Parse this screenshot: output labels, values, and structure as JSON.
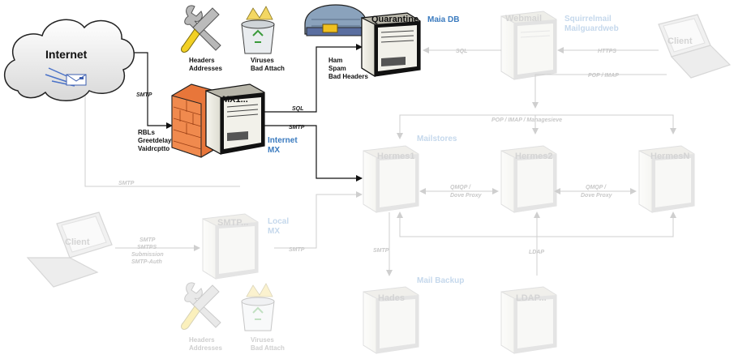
{
  "internet": {
    "label": "Internet"
  },
  "tools_top": {
    "line1": "Headers",
    "line2": "Addresses"
  },
  "viruses_top": {
    "line1": "Viruses",
    "line2": "Bad Attach"
  },
  "quarantine": {
    "label": "Quarantine",
    "db": "Maia DB"
  },
  "ham": {
    "line1": "Ham",
    "line2": "Spam",
    "line3": "Bad Headers"
  },
  "webmail": {
    "label": "Webmail",
    "apps1": "Squirrelmail",
    "apps2": "Mailguardweb"
  },
  "client_top": {
    "label": "Client"
  },
  "mx1": {
    "label": "MX1...",
    "role1": "Internet",
    "role2": "MX"
  },
  "checks": {
    "line1": "RBLs",
    "line2": "Greetdelay",
    "line3": "Vaidrcptto"
  },
  "mailstores": {
    "label": "Mailstores"
  },
  "hermes1": {
    "label": "Hermes1"
  },
  "hermes2": {
    "label": "Hermes2"
  },
  "hermesn": {
    "label": "HermesN"
  },
  "smtp_local": {
    "label": "SMTP...",
    "role1": "Local",
    "role2": "MX"
  },
  "client_left": {
    "label": "Client"
  },
  "client_protocols": {
    "line1": "SMTP",
    "line2": "SMTPS",
    "line3": "Submission",
    "line4": "SMTP-Auth"
  },
  "mail_backup": {
    "label": "Mail Backup"
  },
  "hades": {
    "label": "Hades"
  },
  "ldap": {
    "label": "LDAP..."
  },
  "tools_bottom": {
    "line1": "Headers",
    "line2": "Addresses"
  },
  "viruses_bottom": {
    "line1": "Viruses",
    "line2": "Bad Attach"
  },
  "edges": {
    "smtp_in": "SMTP",
    "sql_mx": "SQL",
    "smtp_mx": "SMTP",
    "sql_web": "SQL",
    "https": "HTTPS",
    "pop_imap": "POP / IMAP",
    "pop_imap_manage": "POP / IMAP / Managesieve",
    "smtp_back": "SMTP",
    "smtp_local": "SMTP",
    "qmqp1": "QMQP /",
    "dove1": "Dove Proxy",
    "qmqp2": "QMQP /",
    "dove2": "Dove Proxy",
    "smtp_hades": "SMTP",
    "ldap": "LDAP"
  },
  "colors": {
    "accent": "#3b7bbf",
    "faded": "#cccccc",
    "firewall": "#e8763a"
  }
}
